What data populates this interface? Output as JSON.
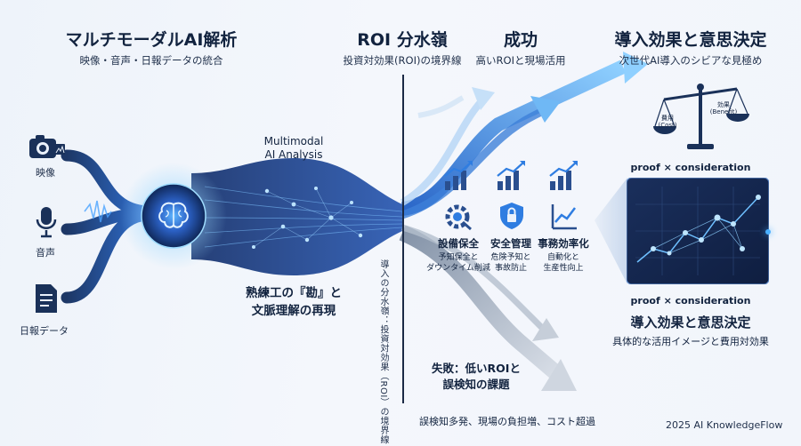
{
  "sections": {
    "multimodal": {
      "title": "マルチモーダルAI解析",
      "subtitle": "映像・音声・日報データの統合"
    },
    "roi": {
      "title": "ROI 分水嶺",
      "subtitle": "投資対効果(ROI)の境界線"
    },
    "success": {
      "title": "成功",
      "subtitle": "高いROIと現場活用"
    },
    "decision": {
      "title": "導入効果と意思決定",
      "subtitle": "次世代AI導入のシビアな見極め"
    }
  },
  "inputs": {
    "video": "映像",
    "audio": "音声",
    "report": "日報データ"
  },
  "center": {
    "label_line1": "Multimodal",
    "label_line2": "AI Analysis",
    "expert_line1": "熟練工の『勘』と",
    "expert_line2": "文脈理解の再現"
  },
  "vertical_label": "導入の分水嶺：投資対効果（ROI）の境界線",
  "success_items": [
    {
      "title": "設備保全",
      "desc1": "予知保全と",
      "desc2": "ダウンタイム削減",
      "icon": "gear-wrench-icon"
    },
    {
      "title": "安全管理",
      "desc1": "危険予知と",
      "desc2": "事故防止",
      "icon": "shield-lock-icon"
    },
    {
      "title": "事務効率化",
      "desc1": "自動化と",
      "desc2": "生産性向上",
      "icon": "chart-trend-icon"
    }
  ],
  "failure": {
    "title_line1": "失敗：低いROIと",
    "title_line2": "誤検知の課題",
    "detail": "誤検知多発、現場の負担増、コスト超過"
  },
  "scale": {
    "cost_line1": "費用",
    "cost_line2": "(Cost)",
    "benefit_line1": "効果",
    "benefit_line2": "(Benefit)"
  },
  "proof_top": "proof × consideration",
  "proof_bottom": "proof × consideration",
  "decision_bottom": {
    "title": "導入効果と意思決定",
    "subtitle": "具体的な活用イメージと費用対効果"
  },
  "credit": "2025 AI KnowledgeFlow",
  "colors": {
    "navy": "#12233f",
    "blue": "#2f7de1",
    "glow": "#5ab2ff",
    "gray": "#9aa6b6"
  }
}
